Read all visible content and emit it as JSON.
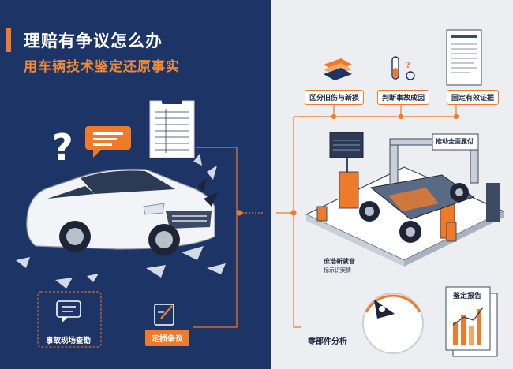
{
  "header": {
    "title": "理赔有争议怎么办",
    "subtitle": "用车辆技术鉴定还原事实"
  },
  "left": {
    "scene_label": "事故现场查勘",
    "dispute_label": "定损争议"
  },
  "right": {
    "steps": [
      {
        "label": "区分旧伤与新损",
        "icon": "layers-icon"
      },
      {
        "label": "判断事故成因",
        "icon": "test-tube-icon"
      },
      {
        "label": "固定有效证据",
        "icon": "document-icon"
      }
    ],
    "analysis_label": "零部件分析",
    "report_label": "鉴定报告",
    "machine_sign": "推动全面履付",
    "platform_caption": "庶浩新就音",
    "platform_subcaption": "标示识案情"
  },
  "colors": {
    "navy": "#1c3466",
    "orange": "#ee7a2a",
    "light_bg": "#eceef1"
  }
}
